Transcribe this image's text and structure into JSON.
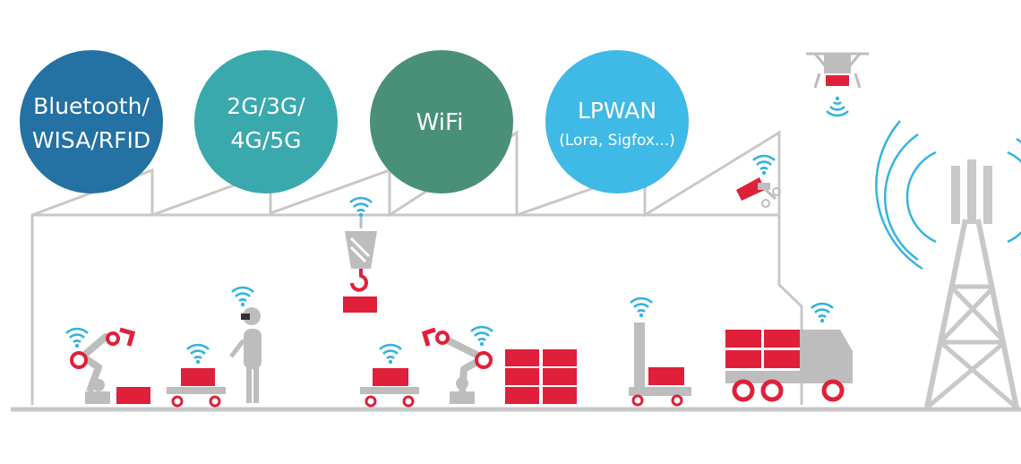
{
  "colors": {
    "bluetooth": "#2471a3",
    "cellular": "#3aa9ae",
    "wifi": "#4a9079",
    "lpwan": "#3fb9e6",
    "line": "#c8c8c8",
    "machine": "#bdbdbd",
    "accent": "#e0203a",
    "signal": "#35b4dd"
  },
  "bubbles": [
    {
      "lines": [
        "Bluetooth/",
        "WISA/RFID"
      ]
    },
    {
      "lines": [
        "2G/3G/",
        "4G/5G"
      ]
    },
    {
      "lines": [
        "WiFi"
      ]
    },
    {
      "lines": [
        "LPWAN",
        "(Lora, Sigfox...)"
      ]
    }
  ],
  "icons": [
    "drone-icon",
    "cell-tower-icon",
    "crane-hook-icon",
    "security-camera-icon",
    "robot-arm-icon",
    "cart-icon",
    "worker-icon",
    "forklift-icon",
    "truck-icon",
    "wifi-icon"
  ]
}
